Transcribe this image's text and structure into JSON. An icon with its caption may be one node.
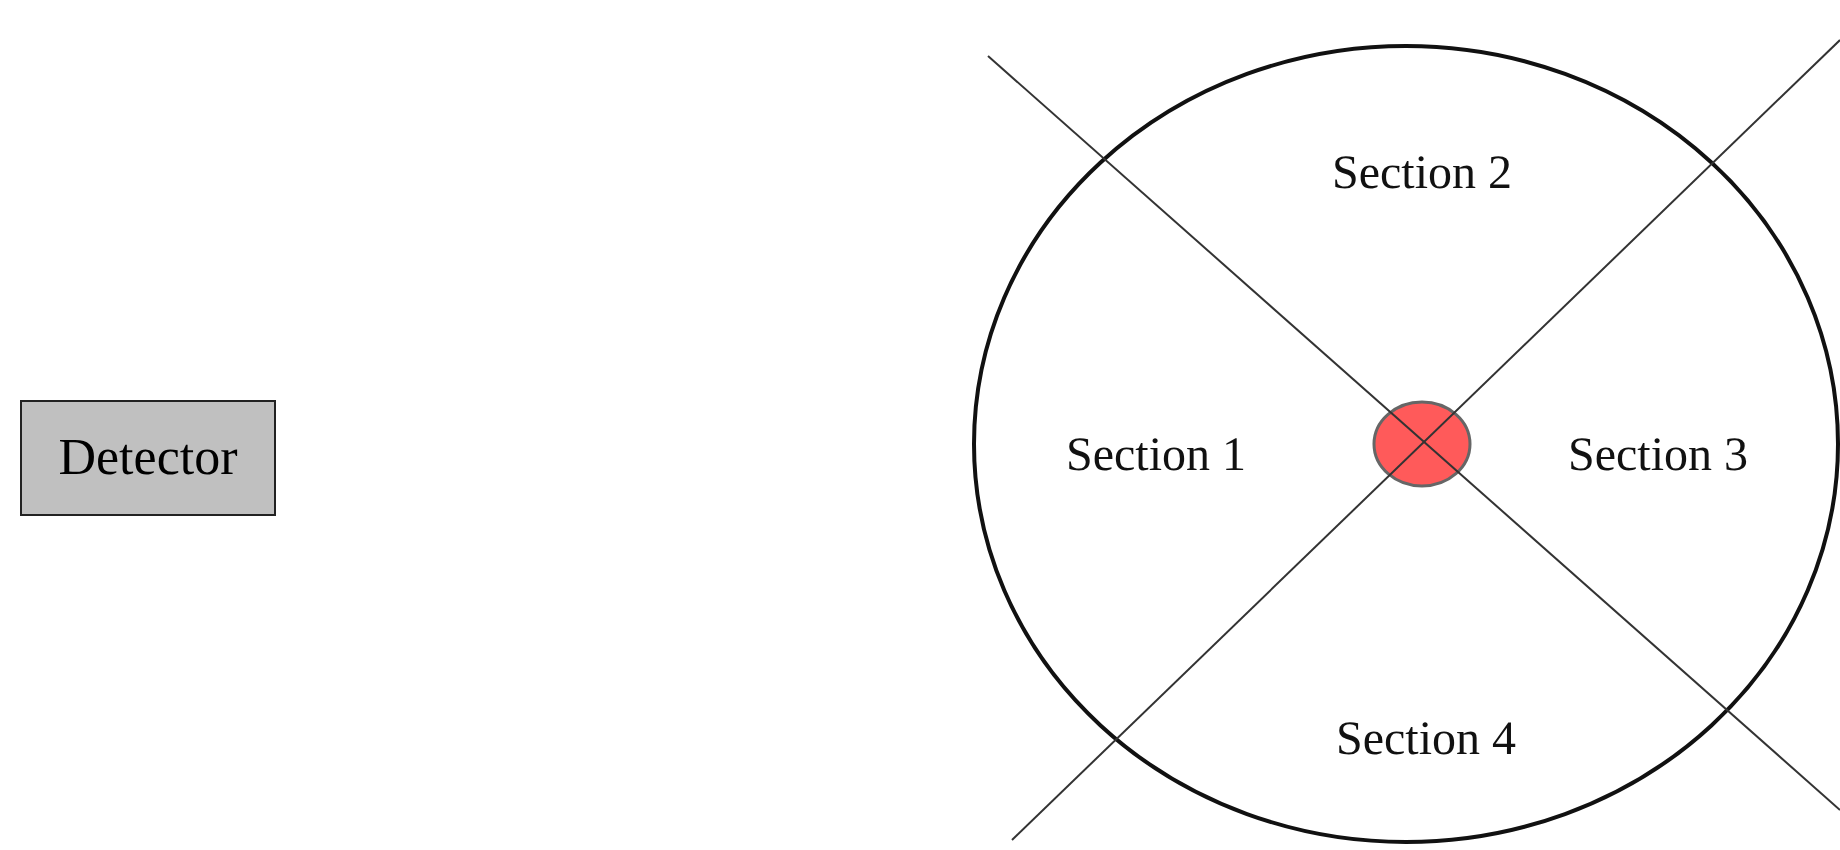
{
  "diagram": {
    "nodes": [
      {
        "text": [
          "Detector"
        ]
      },
      {
        "text": [
          "Section 2",
          "Section 1",
          "Section 3",
          "Section 4"
        ]
      },
      {
        "text": [],
        "shape": "circle",
        "in": 1
      }
    ],
    "edges": []
  }
}
